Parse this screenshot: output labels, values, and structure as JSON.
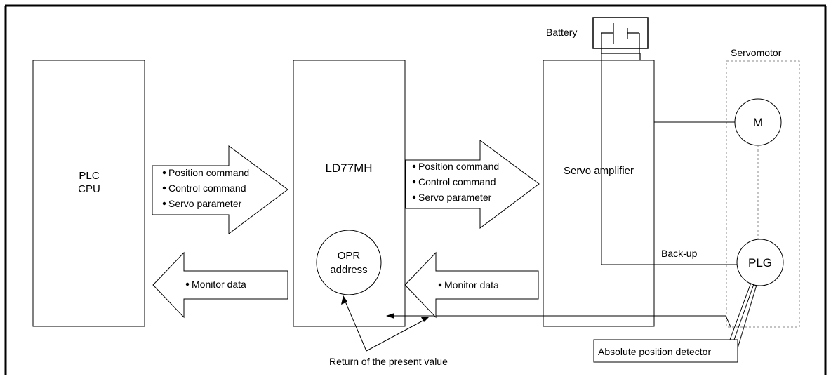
{
  "plc_cpu": {
    "line1": "PLC",
    "line2": "CPU"
  },
  "module": {
    "name": "LD77MH"
  },
  "opr": {
    "line1": "OPR",
    "line2": "address"
  },
  "servo_amplifier": {
    "name": "Servo amplifier"
  },
  "battery": {
    "label": "Battery"
  },
  "servomotor": {
    "label": "Servomotor",
    "motor": "M",
    "encoder": "PLG"
  },
  "commands_to_module": [
    "Position command",
    "Control command",
    "Servo parameter"
  ],
  "commands_to_amp": [
    "Position command",
    "Control command",
    "Servo parameter"
  ],
  "monitor_from_module": "Monitor data",
  "monitor_from_amp": "Monitor data",
  "backup_label": "Back-up",
  "detector_label": "Absolute position detector",
  "return_label": "Return of the present value"
}
